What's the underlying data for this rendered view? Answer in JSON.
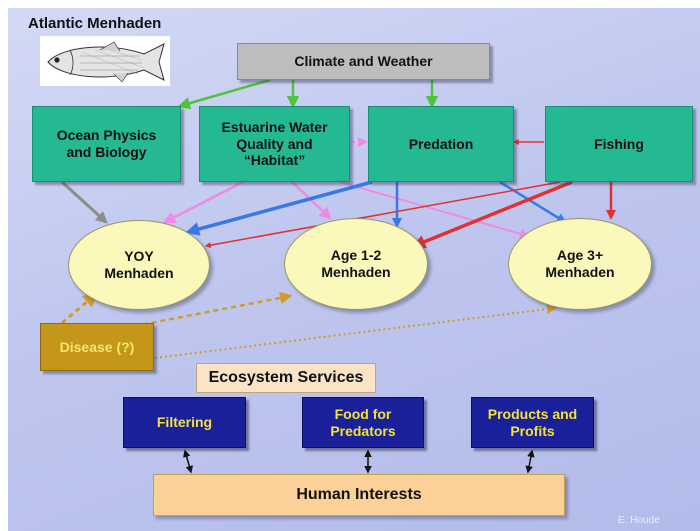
{
  "title": "Atlantic Menhaden",
  "nodes": {
    "climate": "Climate and Weather",
    "ocean": "Ocean Physics\nand Biology",
    "estuarine": "Estuarine Water\nQuality and\n“Habitat”",
    "predation": "Predation",
    "fishing": "Fishing",
    "yoy": "YOY\nMenhaden",
    "age12": "Age 1-2\nMenhaden",
    "age3": "Age 3+\nMenhaden",
    "disease": "Disease (?)",
    "ecosystem_services": "Ecosystem Services",
    "filtering": "Filtering",
    "food": "Food for\nPredators",
    "products": "Products and\nProfits",
    "human": "Human Interests"
  },
  "credit": "E. Houde",
  "colors": {
    "background": "#bfc7ef",
    "driver_box": "#25b993",
    "climate_box": "#bdbdbd",
    "age_class_oval": "#fbf8bb",
    "disease_box": "#c4961a",
    "service_box": "#1a1f9a",
    "human_box": "#fcd197",
    "arrow_climate": "#4fc33a",
    "arrow_habitat": "#f08ae6",
    "arrow_predation": "#3a78e6",
    "arrow_fishing": "#e23030",
    "arrow_ocean": "#8c8c8c",
    "arrow_disease": "#d29a2a"
  },
  "edges": [
    {
      "from": "climate",
      "to": "ocean",
      "color": "arrow_climate"
    },
    {
      "from": "climate",
      "to": "estuarine",
      "color": "arrow_climate"
    },
    {
      "from": "climate",
      "to": "predation",
      "color": "arrow_climate"
    },
    {
      "from": "estuarine",
      "to": "predation",
      "color": "arrow_habitat",
      "style": "dashed"
    },
    {
      "from": "fishing",
      "to": "predation",
      "color": "arrow_fishing"
    },
    {
      "from": "ocean",
      "to": "yoy",
      "color": "arrow_ocean"
    },
    {
      "from": "estuarine",
      "to": "yoy",
      "color": "arrow_habitat"
    },
    {
      "from": "estuarine",
      "to": "age12",
      "color": "arrow_habitat"
    },
    {
      "from": "estuarine",
      "to": "age3",
      "color": "arrow_habitat"
    },
    {
      "from": "predation",
      "to": "yoy",
      "color": "arrow_predation"
    },
    {
      "from": "predation",
      "to": "age12",
      "color": "arrow_predation"
    },
    {
      "from": "predation",
      "to": "age3",
      "color": "arrow_predation"
    },
    {
      "from": "fishing",
      "to": "yoy",
      "color": "arrow_fishing"
    },
    {
      "from": "fishing",
      "to": "age12",
      "color": "arrow_fishing"
    },
    {
      "from": "fishing",
      "to": "age3",
      "color": "arrow_fishing"
    },
    {
      "from": "disease",
      "to": "yoy",
      "color": "arrow_disease",
      "style": "dotted"
    },
    {
      "from": "disease",
      "to": "age12",
      "color": "arrow_disease",
      "style": "dotted"
    },
    {
      "from": "disease",
      "to": "age3",
      "color": "arrow_disease",
      "style": "dotted"
    },
    {
      "from": "filtering",
      "to": "human",
      "style": "double"
    },
    {
      "from": "food",
      "to": "human",
      "style": "double"
    },
    {
      "from": "products",
      "to": "human",
      "style": "double"
    }
  ]
}
